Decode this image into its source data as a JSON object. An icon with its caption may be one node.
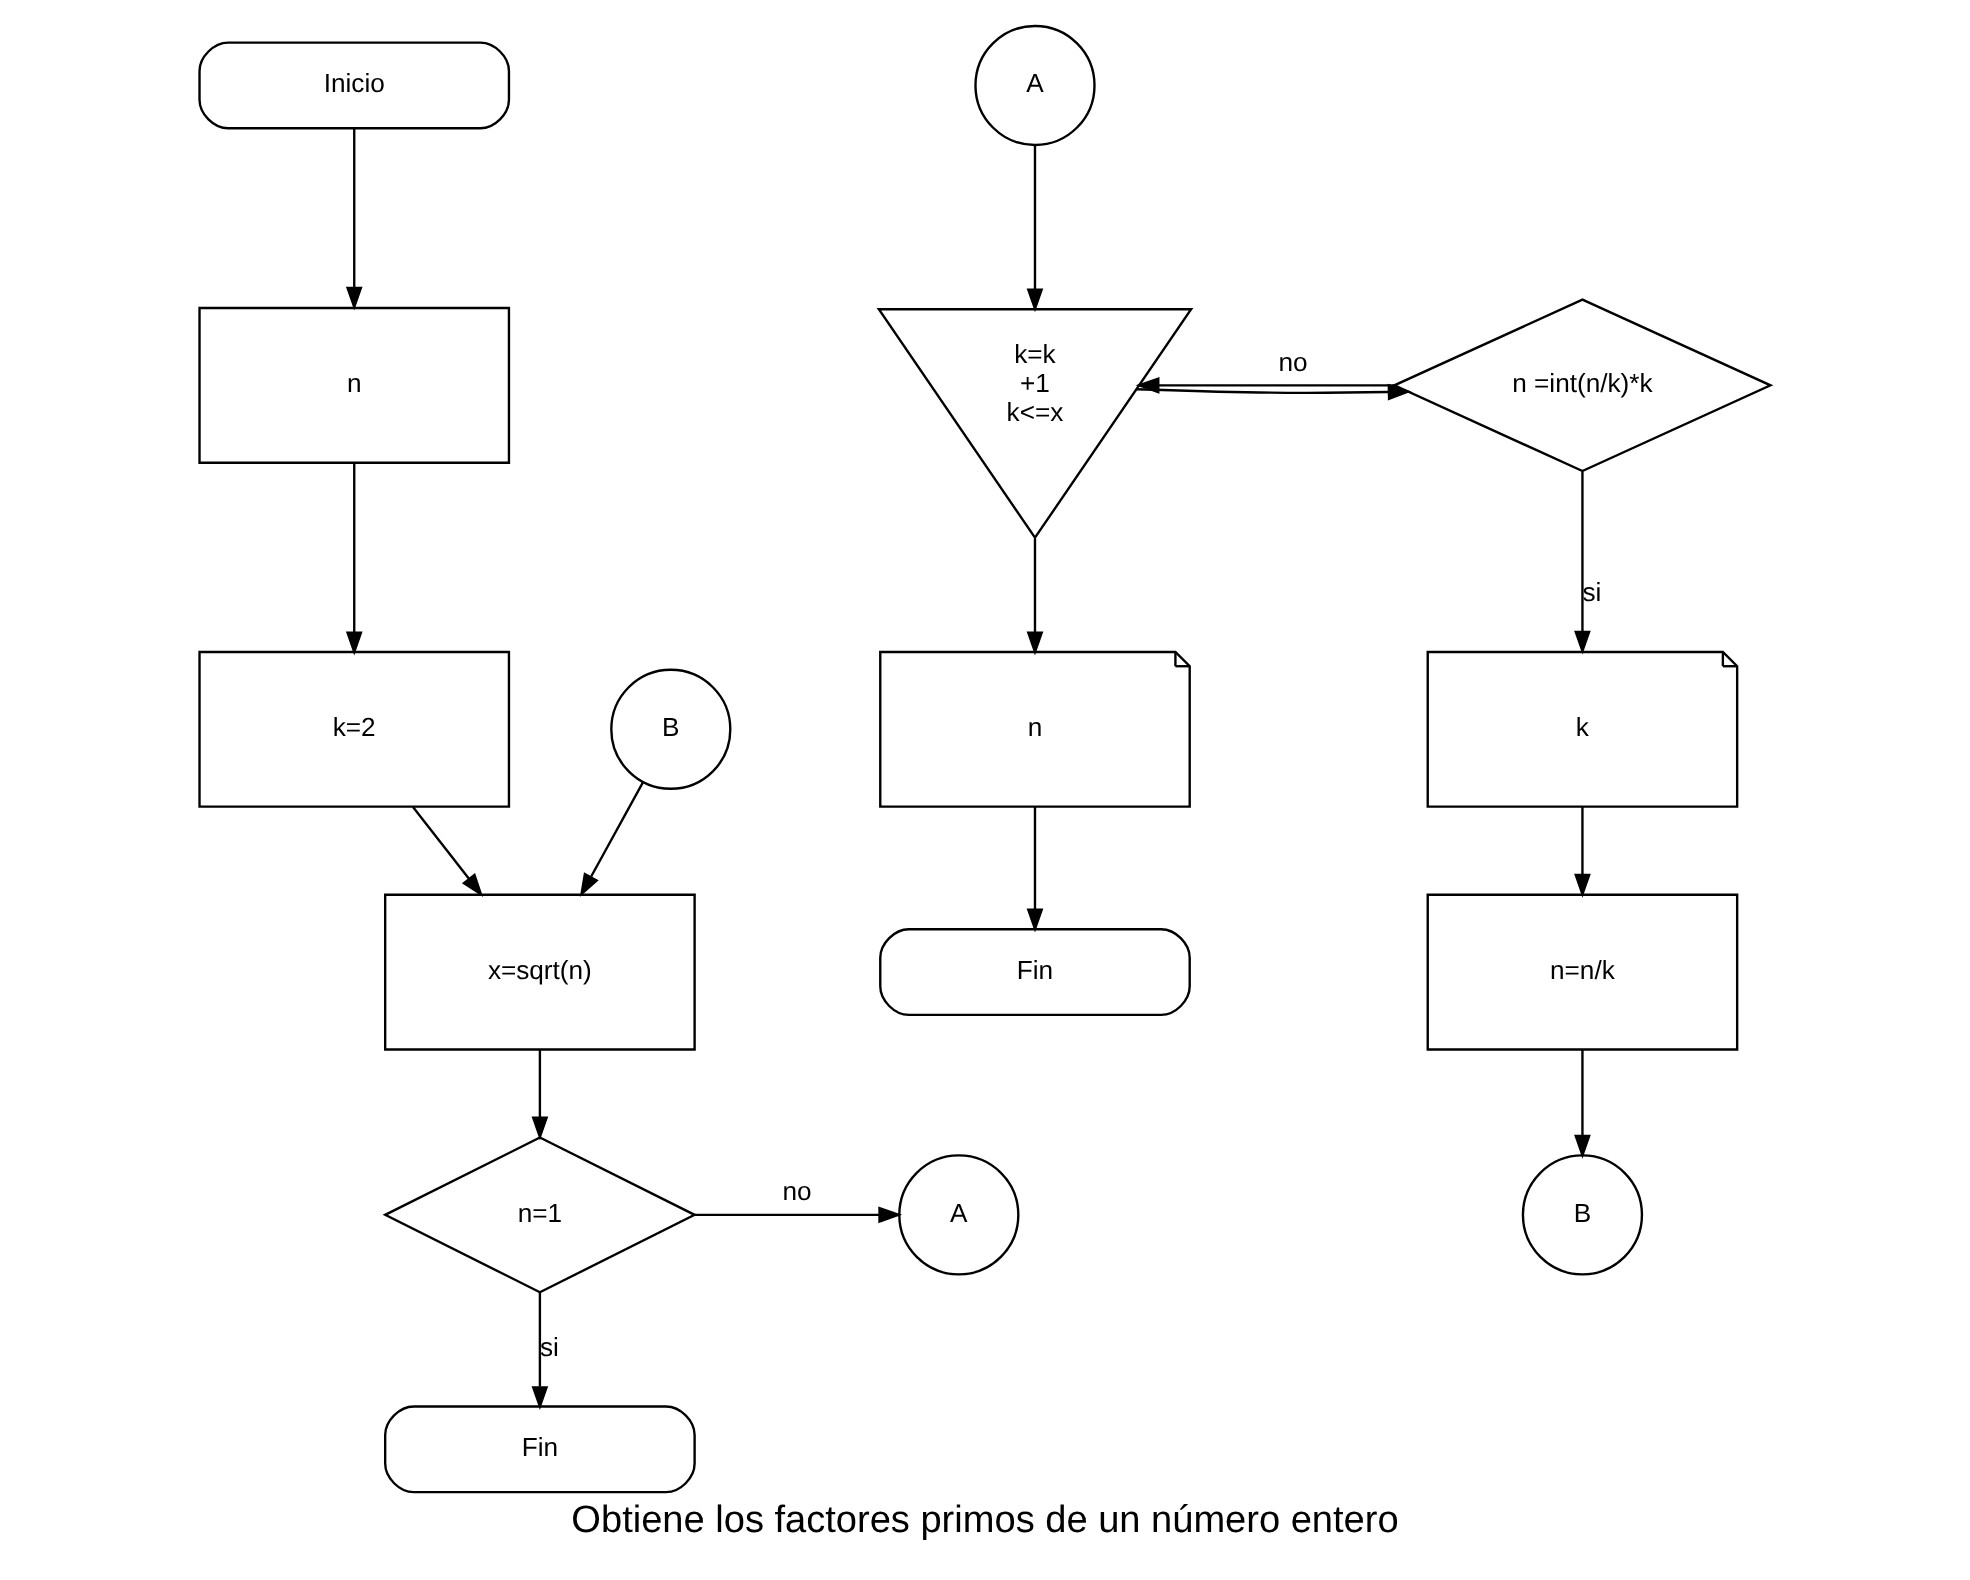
{
  "diagram": {
    "caption": "Obtiene los factores primos de un número entero",
    "nodes": [
      {
        "text": [
          "Inicio"
        ]
      },
      {
        "text": [
          "n"
        ]
      },
      {
        "text": [
          "k=2"
        ]
      },
      {
        "text": [
          "B"
        ]
      },
      {
        "text": [
          "x=sqrt(n)"
        ]
      },
      {
        "text": [
          "n=1"
        ]
      },
      {
        "text": [
          "A"
        ]
      },
      {
        "text": [
          "Fin"
        ]
      },
      {
        "text": [
          "A"
        ]
      },
      {
        "text": [
          "k=k",
          "+1",
          "k<=x"
        ]
      },
      {
        "text": [
          "n =int(n/k)*k"
        ]
      },
      {
        "text": [
          "n"
        ]
      },
      {
        "text": [
          "Fin"
        ]
      },
      {
        "text": [
          "k"
        ]
      },
      {
        "text": [
          "n=n/k"
        ]
      },
      {
        "text": [
          "B"
        ]
      }
    ],
    "edges": [
      {
        "from": 0,
        "to": 1,
        "arrow": "to"
      },
      {
        "from": 1,
        "to": 2,
        "arrow": "to"
      },
      {
        "from": 2,
        "to": 4,
        "arrow": "to"
      },
      {
        "from": 3,
        "to": 4,
        "arrow": "to"
      },
      {
        "from": 4,
        "to": 5,
        "arrow": "to"
      },
      {
        "from": 5,
        "to": 6,
        "arrow": "to",
        "label": "no"
      },
      {
        "from": 5,
        "to": 7,
        "arrow": "to",
        "label": "si"
      },
      {
        "from": 8,
        "to": 9,
        "arrow": "to"
      },
      {
        "from": 9,
        "to": 10,
        "arrow": "to"
      },
      {
        "from": 10,
        "to": 9,
        "arrow": "to",
        "label": "no"
      },
      {
        "from": 10,
        "to": 13,
        "arrow": "to",
        "label": "si"
      },
      {
        "from": 9,
        "to": 11,
        "arrow": "to"
      },
      {
        "from": 11,
        "to": 12,
        "arrow": "to"
      },
      {
        "from": 13,
        "to": 14,
        "arrow": "to"
      },
      {
        "from": 14,
        "to": 15,
        "arrow": "to"
      }
    ]
  }
}
